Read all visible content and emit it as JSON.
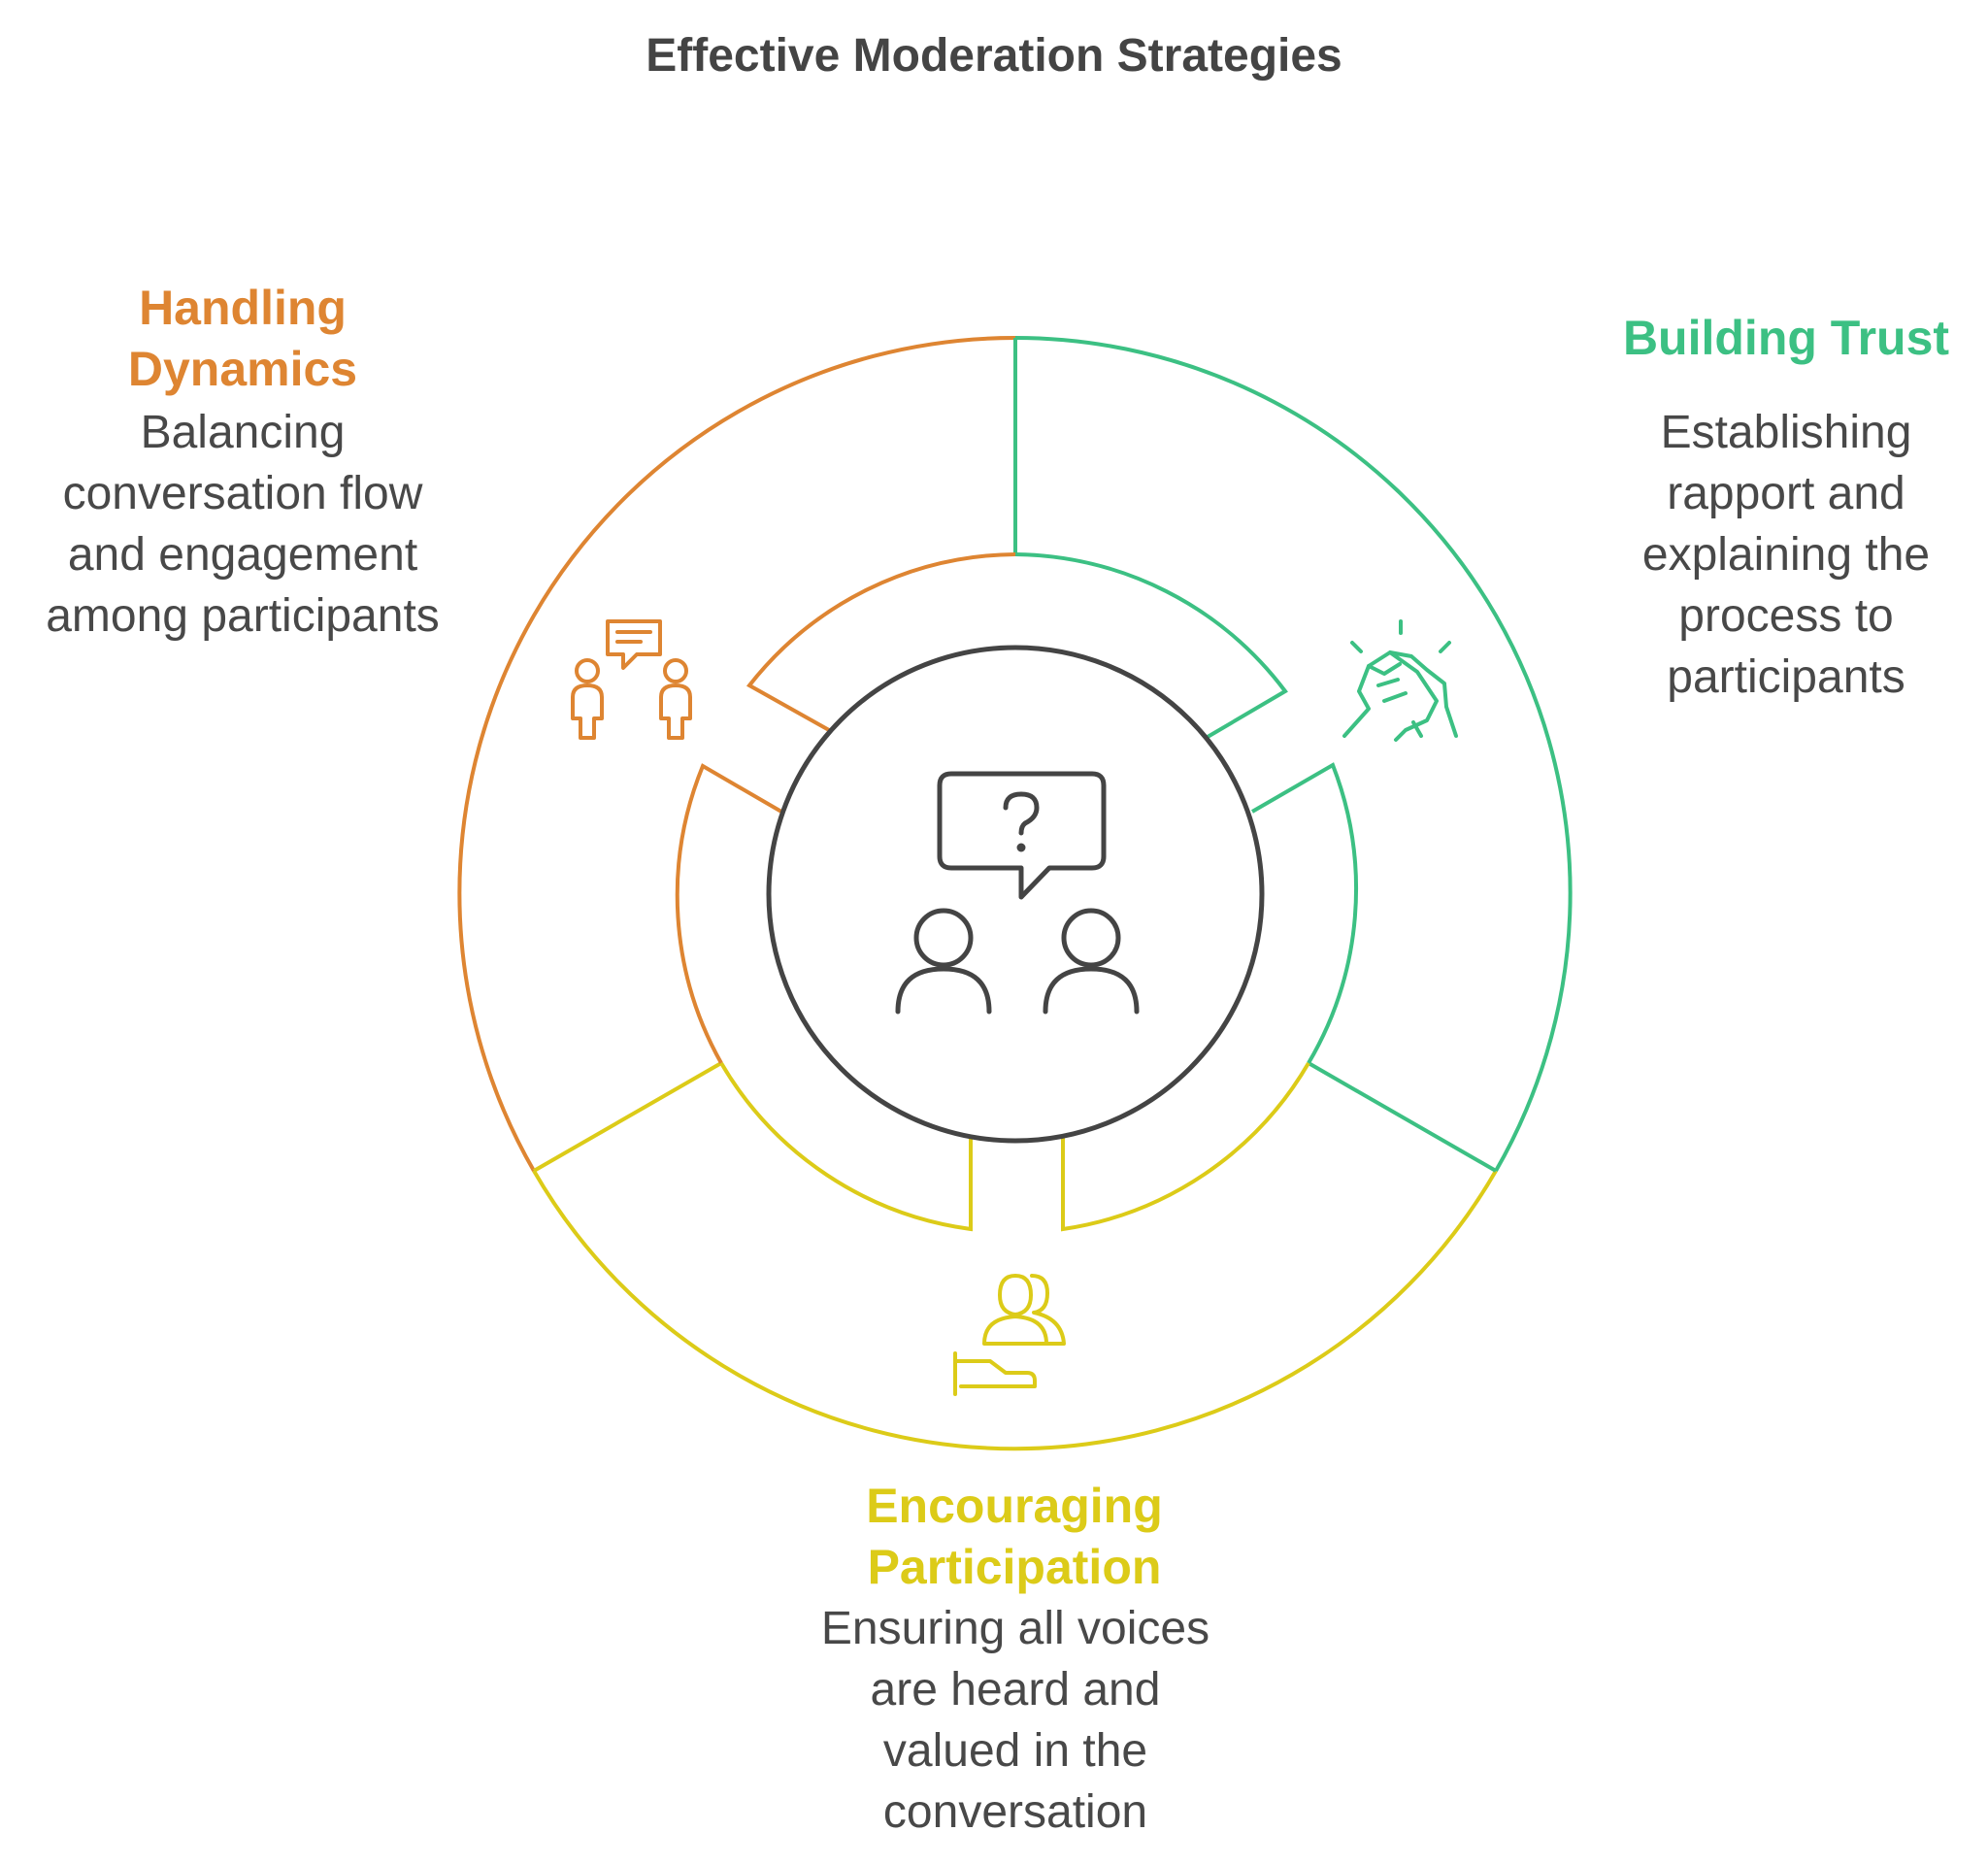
{
  "title": "Effective Moderation Strategies",
  "colors": {
    "handling": "#DE8532",
    "trust": "#3CC083",
    "participation": "#DCCB18",
    "center": "#444444",
    "text": "#484848"
  },
  "segments": [
    {
      "key": "handling",
      "heading": "Handling Dynamics",
      "description": "Balancing conversation flow and engagement among participants",
      "icon": "people-chat-icon"
    },
    {
      "key": "trust",
      "heading": "Building Trust",
      "description": "Establishing rapport and explaining the process to participants",
      "icon": "handshake-icon"
    },
    {
      "key": "participation",
      "heading": "Encouraging Participation",
      "description": "Ensuring all voices are heard and valued in the conversation",
      "icon": "group-hand-icon"
    }
  ],
  "center_icon": "moderator-question-icon"
}
